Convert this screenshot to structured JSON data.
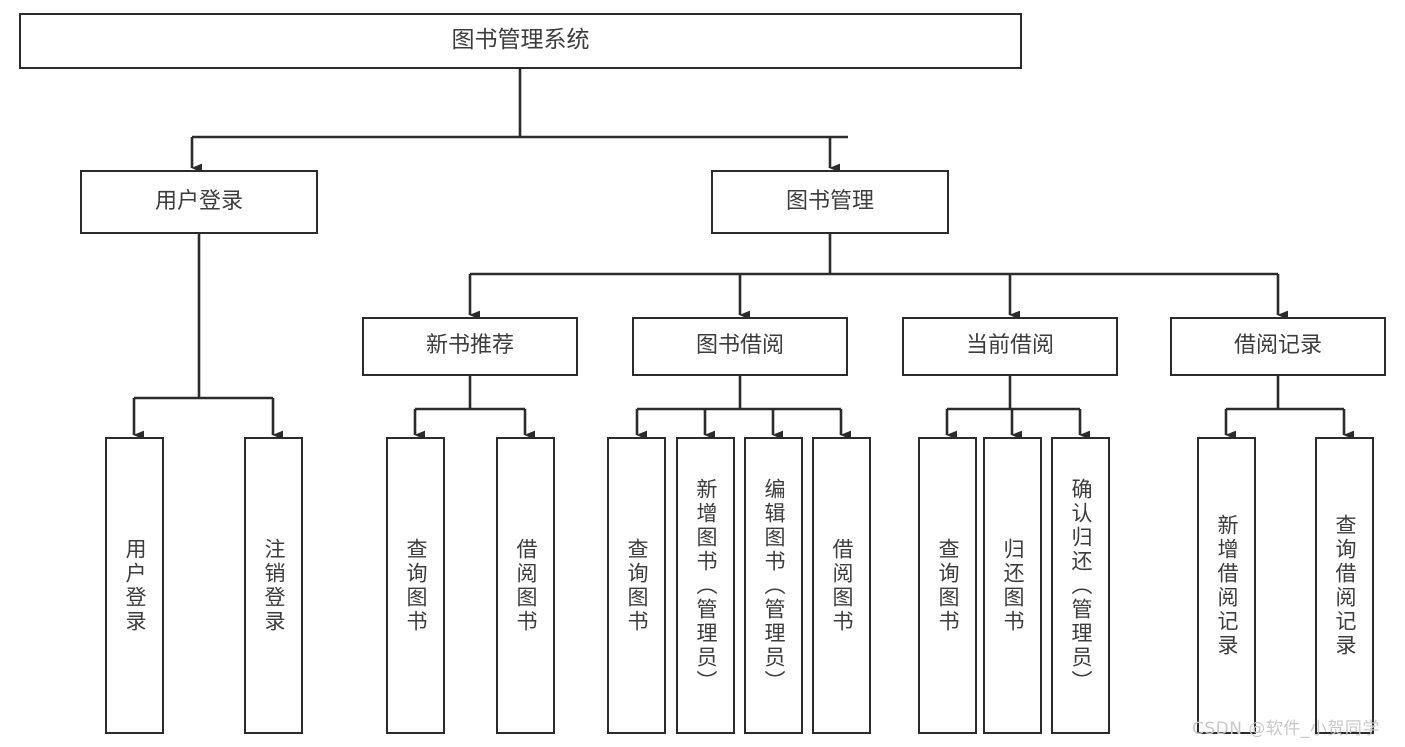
{
  "diagram": {
    "type": "hierarchy-tree",
    "title": "图书管理系统",
    "levels": 4,
    "colors": {
      "box_stroke": "#2b2b2b",
      "box_fill": "#ffffff",
      "connector": "#2b2b2b",
      "text": "#3c3c3c",
      "watermark": "#c9c9c9",
      "background": "#ffffff"
    },
    "nodes": {
      "root": {
        "label": "图书管理系统"
      },
      "level2": [
        {
          "label": "用户登录"
        },
        {
          "label": "图书管理"
        }
      ],
      "level3": [
        {
          "label": "新书推荐"
        },
        {
          "label": "图书借阅"
        },
        {
          "label": "当前借阅"
        },
        {
          "label": "借阅记录"
        }
      ],
      "leaves": {
        "user_login": [
          {
            "label": "用户登录"
          },
          {
            "label": "注销登录"
          }
        ],
        "new_book_recommend": [
          {
            "label": "查询图书"
          },
          {
            "label": "借阅图书"
          }
        ],
        "book_borrow": [
          {
            "label": "查询图书"
          },
          {
            "label": "新增图书（管理员）"
          },
          {
            "label": "编辑图书（管理员）"
          },
          {
            "label": "借阅图书"
          }
        ],
        "current_borrow": [
          {
            "label": "查询图书"
          },
          {
            "label": "归还图书"
          },
          {
            "label": "确认归还（管理员）"
          }
        ],
        "borrow_record": [
          {
            "label": "新增借阅记录"
          },
          {
            "label": "查询借阅记录"
          }
        ]
      }
    },
    "watermark": "CSDN @软件_小贺同学"
  }
}
